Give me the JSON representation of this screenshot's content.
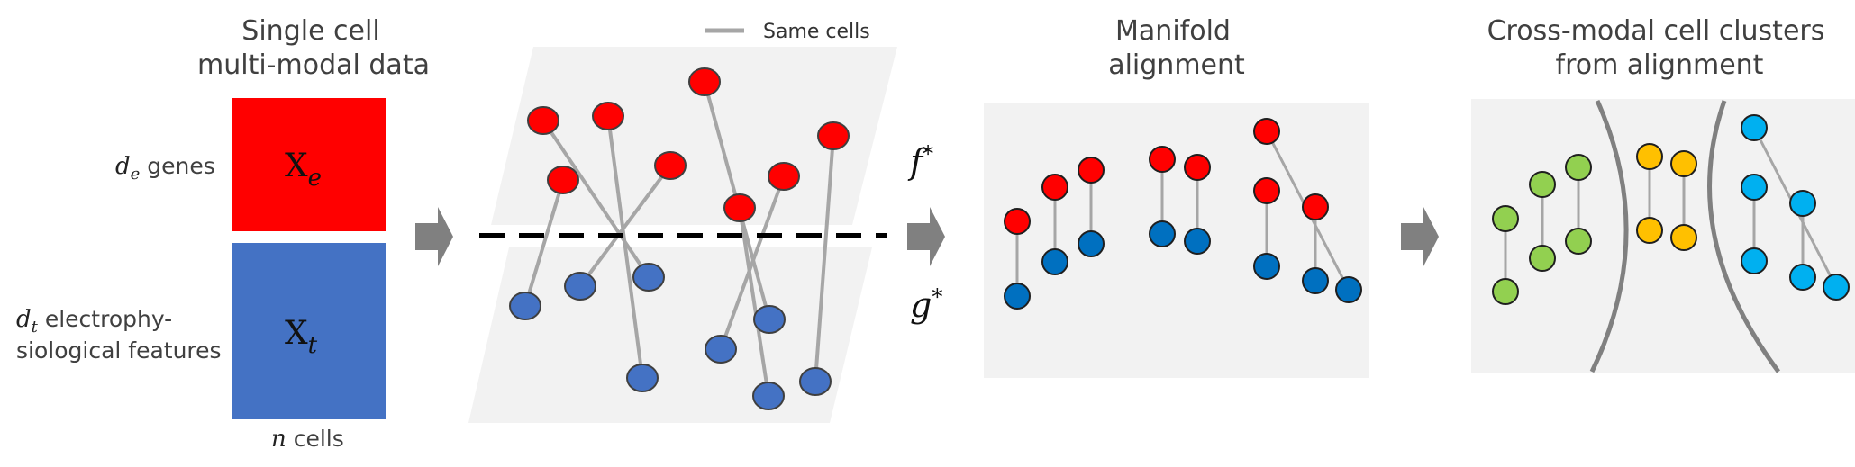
{
  "titles": {
    "data_line1": "Single cell",
    "data_line2": "multi-modal data",
    "manifold_line1": "Manifold",
    "manifold_line2": "alignment",
    "clusters_line1": "Cross-modal cell clusters",
    "clusters_line2": "from alignment"
  },
  "legend": {
    "label": "Same cells"
  },
  "labels": {
    "genes_var": "d",
    "genes_sub": "e",
    "genes_text": " genes",
    "ephys_var": "d",
    "ephys_sub": "t",
    "ephys_text_line1": " electrophy-",
    "ephys_text_line2": "siological features",
    "cells_var": "n",
    "cells_text": " cells"
  },
  "matrices": {
    "top_main": "X",
    "top_sub": "e",
    "bottom_main": "X",
    "bottom_sub": "t"
  },
  "functions": {
    "f_main": "f",
    "f_sup": "*",
    "g_main": "g",
    "g_sup": "*"
  },
  "colors": {
    "expression": "#ff0000",
    "ephys": "#4472c4",
    "red_dot": "#ff0000",
    "blue_dot": "#0070c0",
    "green_dot": "#92d050",
    "yellow_dot": "#ffc000",
    "cyan_dot": "#00b0f0",
    "panel_bg": "#f2f2f2",
    "link": "#a6a6a6",
    "arrow": "#808080"
  }
}
